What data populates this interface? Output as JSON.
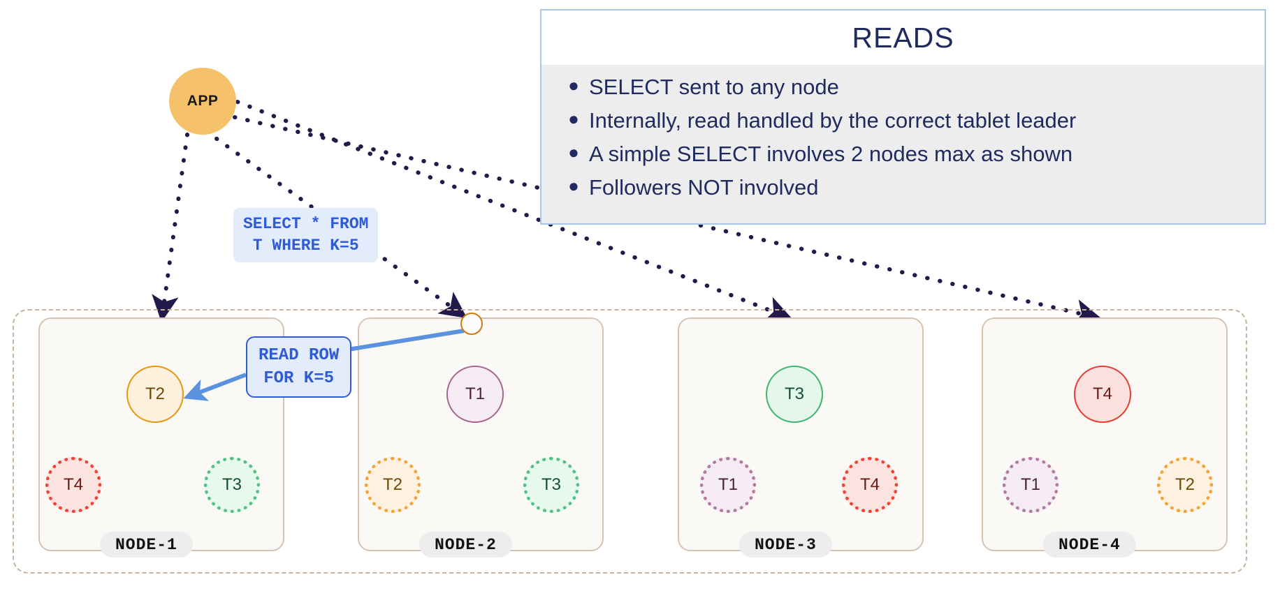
{
  "app": {
    "label": "APP"
  },
  "reads_panel": {
    "title": "READS",
    "bullet_glyph": "●",
    "bullets": [
      "SELECT sent to any node",
      "Internally, read handled by the correct tablet leader",
      "A simple SELECT involves 2 nodes max as shown",
      "Followers NOT involved"
    ]
  },
  "labels": {
    "sql": "SELECT * FROM\nT WHERE K=5",
    "read_row": "READ ROW\nFOR K=5"
  },
  "colors": {
    "app_fill": "#f5c26b",
    "accent_blue": "#2f5bd6",
    "panel_border": "#a9c6e8",
    "panel_body": "#ededed",
    "panel_text": "#1f2a5e",
    "cluster_border": "#c9b29b",
    "node_border": "#d6c3b2",
    "node_fill": "#fbf9f6",
    "arrow": "#221a4a",
    "tablet_orange": "#e8960c",
    "tablet_green": "#3fb56f",
    "tablet_red": "#e63c32",
    "tablet_purple": "#a5678f",
    "hop_dot_border": "#d4770d"
  },
  "nodes": [
    {
      "name": "NODE-1",
      "leader": {
        "label": "T2",
        "color": "orange"
      },
      "followers": [
        {
          "label": "T4",
          "color": "red"
        },
        {
          "label": "T3",
          "color": "green"
        }
      ]
    },
    {
      "name": "NODE-2",
      "leader": {
        "label": "T1",
        "color": "purple"
      },
      "followers": [
        {
          "label": "T2",
          "color": "orange"
        },
        {
          "label": "T3",
          "color": "green"
        }
      ]
    },
    {
      "name": "NODE-3",
      "leader": {
        "label": "T3",
        "color": "green"
      },
      "followers": [
        {
          "label": "T1",
          "color": "purple"
        },
        {
          "label": "T4",
          "color": "red"
        }
      ]
    },
    {
      "name": "NODE-4",
      "leader": {
        "label": "T4",
        "color": "red"
      },
      "followers": [
        {
          "label": "T1",
          "color": "purple"
        },
        {
          "label": "T2",
          "color": "orange"
        }
      ]
    }
  ]
}
